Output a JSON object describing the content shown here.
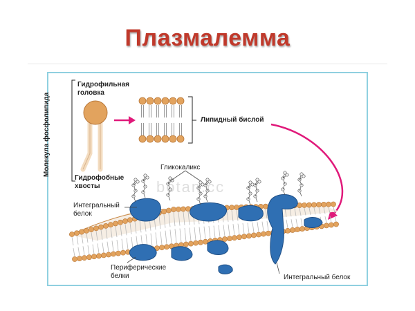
{
  "title": "Плазмалемма",
  "labels": {
    "molecule": "Молекула фосфолипида",
    "head_1": "Гидрофильная",
    "head_2": "головка",
    "bilayer": "Липидный бислой",
    "tails_1": "Гидрофобные",
    "tails_2": "хвосты",
    "glycocalyx": "Гликокаликс",
    "integral_left_1": "Интегральный",
    "integral_left_2": "белок",
    "peripheral_1": "Периферические",
    "peripheral_2": "белки",
    "integral_right": "Интегральный белок"
  },
  "watermark": "botan.cc",
  "colors": {
    "title": "#c0392b",
    "frame": "#8fd0e0",
    "head": "#e2a35e",
    "head_stroke": "#b9783a",
    "protein": "#2f6fb3",
    "arrow": "#e0197a"
  }
}
